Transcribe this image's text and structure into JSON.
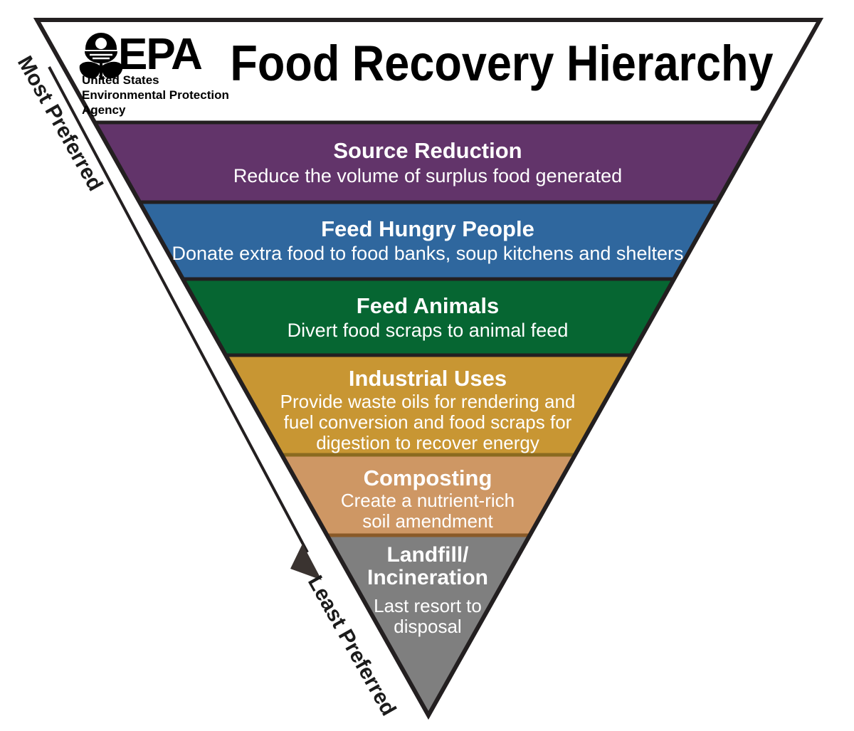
{
  "document": {
    "title": "Food Recovery Hierarchy",
    "background_color": "#ffffff"
  },
  "logo": {
    "icon_name": "epa-seal-icon",
    "wordmark": "EPA",
    "agency_line_1": "United States",
    "agency_line_2": "Environmental Protection",
    "agency_line_3": "Agency"
  },
  "edge_labels": {
    "top": "Most Preferred",
    "bottom": "Least Preferred",
    "arrow_name": "preference-direction-arrow"
  },
  "chart_data": {
    "type": "pyramid",
    "title": "Food Recovery Hierarchy",
    "orientation": "inverted",
    "axis_label_top": "Most Preferred",
    "axis_label_bottom": "Least Preferred",
    "levels": [
      {
        "rank": 1,
        "label": "Source Reduction",
        "description": [
          "Reduce the volume of surplus food generated"
        ],
        "color": "#62346A"
      },
      {
        "rank": 2,
        "label": "Feed Hungry People",
        "description": [
          "Donate extra food to food banks, soup kitchens and shelters"
        ],
        "color": "#2F679E"
      },
      {
        "rank": 3,
        "label": "Feed Animals",
        "description": [
          "Divert food scraps to animal feed"
        ],
        "color": "#066632"
      },
      {
        "rank": 4,
        "label": "Industrial Uses",
        "description": [
          "Provide waste oils for rendering and",
          "fuel conversion and food scraps for",
          "digestion to recover energy"
        ],
        "color": "#C89633"
      },
      {
        "rank": 5,
        "label": "Composting",
        "description": [
          "Create a nutrient-rich",
          "soil amendment"
        ],
        "color": "#CE9764"
      },
      {
        "rank": 6,
        "label": "Landfill/",
        "label_line_2": "Incineration",
        "description": [
          "Last resort to",
          "disposal"
        ],
        "color": "#7F7F7F"
      }
    ]
  }
}
